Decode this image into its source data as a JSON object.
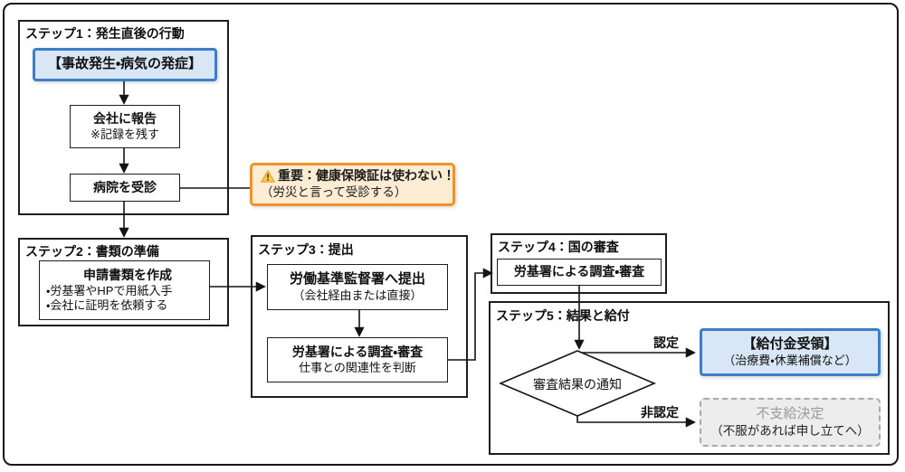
{
  "colors": {
    "highlight_border": "#3d7ec9",
    "highlight_bg": "#d8e6f6",
    "warning_border": "#f0922b",
    "warning_bg": "#fcecd4",
    "denial_border": "#aaaaaa",
    "denial_bg": "#ededed",
    "denial_text": "#999999",
    "connector": "#141414"
  },
  "flowchart": {
    "step1": {
      "title": "ステップ1：発生直後の行動",
      "event_box": "【事故発生・病気の発症】",
      "report_box": {
        "line1": "会社に報告",
        "line2": "※記録を残す"
      },
      "hospital_box": "病院を受診"
    },
    "warning_note": {
      "icon": "warning-triangle",
      "line1": "重要：健康保険証は使わない！",
      "line2": "（労災と言って受診する）"
    },
    "step2": {
      "title": "ステップ2：書類の準備",
      "docs_box": {
        "line1": "申請書類を作成",
        "line2": "・労基署やHPで用紙入手",
        "line3": "・会社に証明を依頼する"
      }
    },
    "step3": {
      "title": "ステップ3：提出",
      "submit_box": {
        "line1": "労働基準監督署へ提出",
        "line2": "（会社経由または直接）"
      },
      "review_box": {
        "line1": "労基署による調査・審査",
        "line2": "仕事との関連性を判断"
      }
    },
    "step4": {
      "title": "ステップ4：国の審査",
      "review_box": "労基署による調査・審査"
    },
    "step5": {
      "title": "ステップ5：結果と給付",
      "decision_diamond": "審査結果の通知",
      "approved_label": "認定",
      "rejected_label": "非認定",
      "benefit_box": {
        "line1": "【給付金受領】",
        "line2": "（治療費・休業補償など）"
      },
      "denial_box": {
        "line1": "不支給決定",
        "line2": "（不服があれば申し立てへ）"
      }
    }
  }
}
